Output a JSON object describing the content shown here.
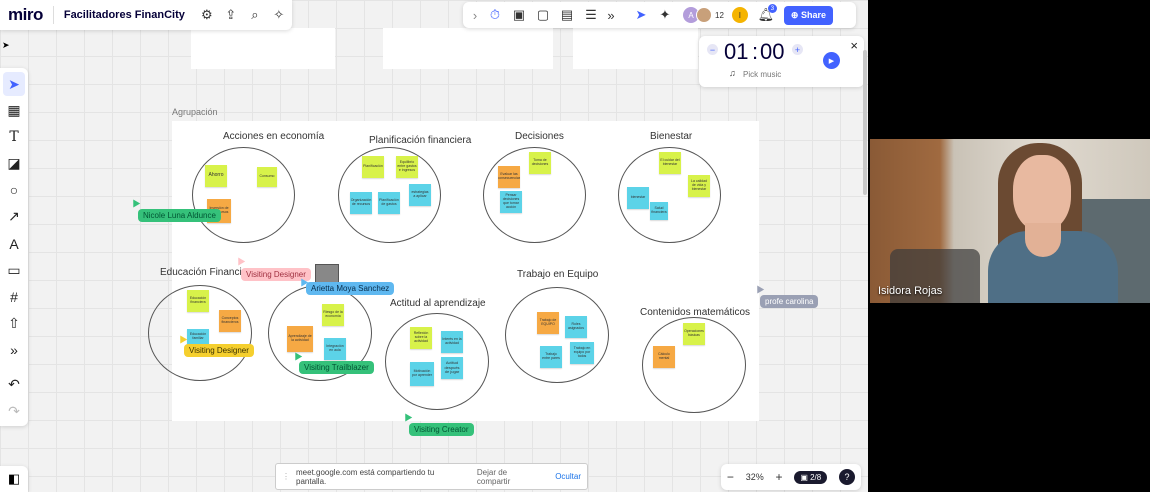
{
  "app": {
    "logo": "miro",
    "board_name": "Facilitadores FinanCity"
  },
  "header": {
    "participant_count": "12",
    "notification_count": "3",
    "share_label": "Share",
    "user_initial": "I",
    "avatar_letter": "A"
  },
  "timer": {
    "minutes": "01",
    "seconds": "00",
    "music_label": "Pick music",
    "minus": "−",
    "plus": "+",
    "close": "×"
  },
  "frame": {
    "label": "Agrupación"
  },
  "clusters": [
    {
      "title": "Acciones en economía"
    },
    {
      "title": "Planificación financiera"
    },
    {
      "title": "Decisiones"
    },
    {
      "title": "Bienestar"
    },
    {
      "title": "Educación Financiera"
    },
    {
      "title": "Actitud al aprendizaje"
    },
    {
      "title": "Trabajo en Equipo"
    },
    {
      "title": "Contenidos matemáticos"
    }
  ],
  "notes": {
    "ahorro": "Ahorro",
    "consumo": "Consumo",
    "inversion": "Inversión de los recursos",
    "planificacion": "Planificación",
    "equilibrio": "Equilibrio entre gastos e ingresos",
    "estrategias": "estrategias a aplicar",
    "organizacion": "Organización de recursos",
    "planificacion_gasto": "Planificación de gastos",
    "toma_decisiones": "Toma de decisiones",
    "evaluar": "Evaluar las consecuencias",
    "pensar": "Pensar decisiones que tomar acción",
    "cuidar": "El cuidar del bienestar",
    "calidad": "La calidad de vida y bienestar",
    "bienestar": "bienestar",
    "salud": "Salud financiera",
    "educacion_fin": "Educación financiera",
    "conceptos": "Conceptos financieros",
    "educacion_fam": "Educación familiar",
    "riesgo": "Riesgo de la economía",
    "aprendizaje": "Aprendizaje de la actividad",
    "reflexion": "Reflexión sobre la actividad",
    "interes": "Interés en la actividad",
    "motivacion": "Motivación por aprender",
    "actitud_despues": "Actitud después de jugar",
    "integracion": "Integración en aula",
    "trabajo": "Trabajo de EQUIPO",
    "roles": "Roles asignados",
    "trabajo_roles": "Trabajo entre pares",
    "colaboracion": "Trabajo en equipo por todos",
    "calculo": "Cálculo mental",
    "operaciones": "Operaciones básicas"
  },
  "cursors": [
    {
      "name": "Nicole Luna Aldunce",
      "color": "#35c17a"
    },
    {
      "name": "Visiting Designer",
      "color": "#ffc2c7"
    },
    {
      "name": "Arietta Moya Sanchez",
      "color": "#5fb8f0"
    },
    {
      "name": "Visiting Designer",
      "color": "#f5cf2e"
    },
    {
      "name": "Visiting Trailblazer",
      "color": "#35c17a"
    },
    {
      "name": "Visiting Creator",
      "color": "#35c17a"
    },
    {
      "name": "profe carolina",
      "color": "#9aa0b4"
    }
  ],
  "zoom": {
    "level": "32%",
    "minus": "−",
    "plus": "+",
    "frames": "2/8"
  },
  "screen_share": {
    "message": "meet.google.com está compartiendo tu pantalla.",
    "stop_label": "Dejar de compartir",
    "hide_label": "Ocultar"
  },
  "video": {
    "participant_name": "Isidora Rojas"
  },
  "colors": {
    "accent": "#4262ff",
    "sticky_yellow": "#d8f24a",
    "sticky_orange": "#f6a944",
    "sticky_cyan": "#5cd3e8"
  }
}
